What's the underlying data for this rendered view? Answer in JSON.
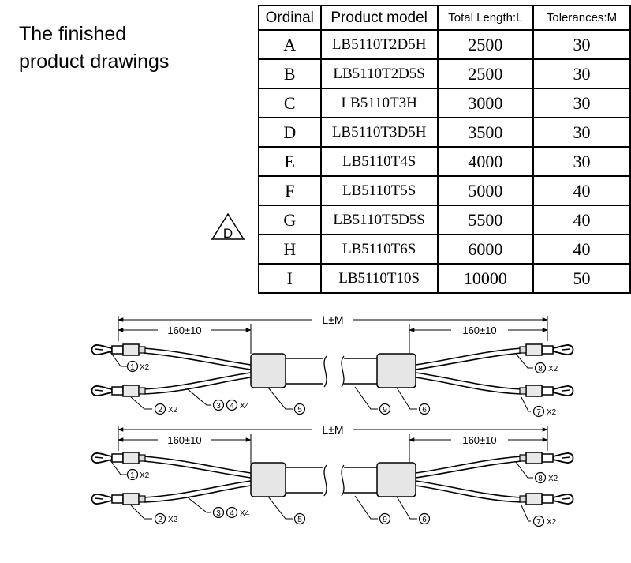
{
  "title": {
    "line1": "The finished",
    "line2": "product drawings"
  },
  "table": {
    "headers": {
      "ordinal": "Ordinal",
      "model": "Product model",
      "length": "Total Length:L",
      "tolerance": "Tolerances:M"
    },
    "rows": [
      {
        "ordinal": "A",
        "model": "LB5110T2D5H",
        "length": "2500",
        "tolerance": "30"
      },
      {
        "ordinal": "B",
        "model": "LB5110T2D5S",
        "length": "2500",
        "tolerance": "30"
      },
      {
        "ordinal": "C",
        "model": "LB5110T3H",
        "length": "3000",
        "tolerance": "30"
      },
      {
        "ordinal": "D",
        "model": "LB5110T3D5H",
        "length": "3500",
        "tolerance": "30"
      },
      {
        "ordinal": "E",
        "model": "LB5110T4S",
        "length": "4000",
        "tolerance": "30"
      },
      {
        "ordinal": "F",
        "model": "LB5110T5S",
        "length": "5000",
        "tolerance": "40"
      },
      {
        "ordinal": "G",
        "model": "LB5110T5D5S",
        "length": "5500",
        "tolerance": "40"
      },
      {
        "ordinal": "H",
        "model": "LB5110T6S",
        "length": "6000",
        "tolerance": "40"
      },
      {
        "ordinal": "I",
        "model": "LB5110T10S",
        "length": "10000",
        "tolerance": "50"
      }
    ]
  },
  "revision_marker": "D",
  "drawing": {
    "dim_left": "160±10",
    "dim_total": "L±M",
    "dim_right": "160±10",
    "callouts": {
      "c1": "1",
      "c1_qty": "X2",
      "c2": "2",
      "c2_qty": "X2",
      "c3": "3",
      "c4": "4",
      "c34_qty": "X4",
      "c5": "5",
      "c9": "9",
      "c6": "6",
      "c7": "7",
      "c7_qty": "X2",
      "c8": "8",
      "c8_qty": "X2"
    }
  }
}
